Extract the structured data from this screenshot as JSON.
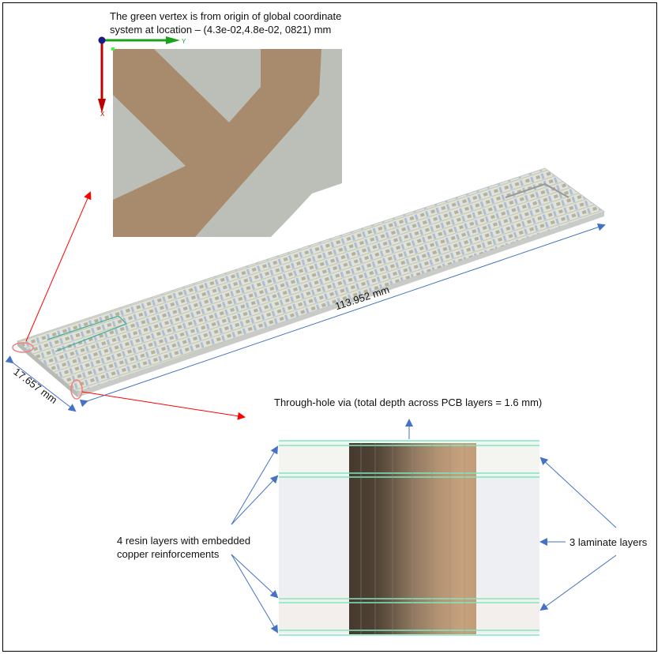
{
  "inset": {
    "caption_line1": "The green vertex is from origin of global coordinate",
    "caption_line2": "system at location – (4.3e-02,4.8e-02, 0821) mm",
    "axis_y_label": "Y",
    "axis_x_label": "X"
  },
  "board": {
    "length_label": "113.952 mm",
    "width_label": "17.657 mm"
  },
  "via": {
    "title": "Through-hole via (total depth across PCB layers = 1.6 mm)",
    "resin_label_line1": "4 resin layers with embedded",
    "resin_label_line2": "copper reinforcements",
    "laminate_label": "3 laminate layers"
  },
  "colors": {
    "annotation_arrow": "#4472c4",
    "callout_arrow": "#ff0000",
    "copper": "#a88b6c",
    "substrate": "#bcbeb8",
    "layer_line": "#7de8c0"
  }
}
